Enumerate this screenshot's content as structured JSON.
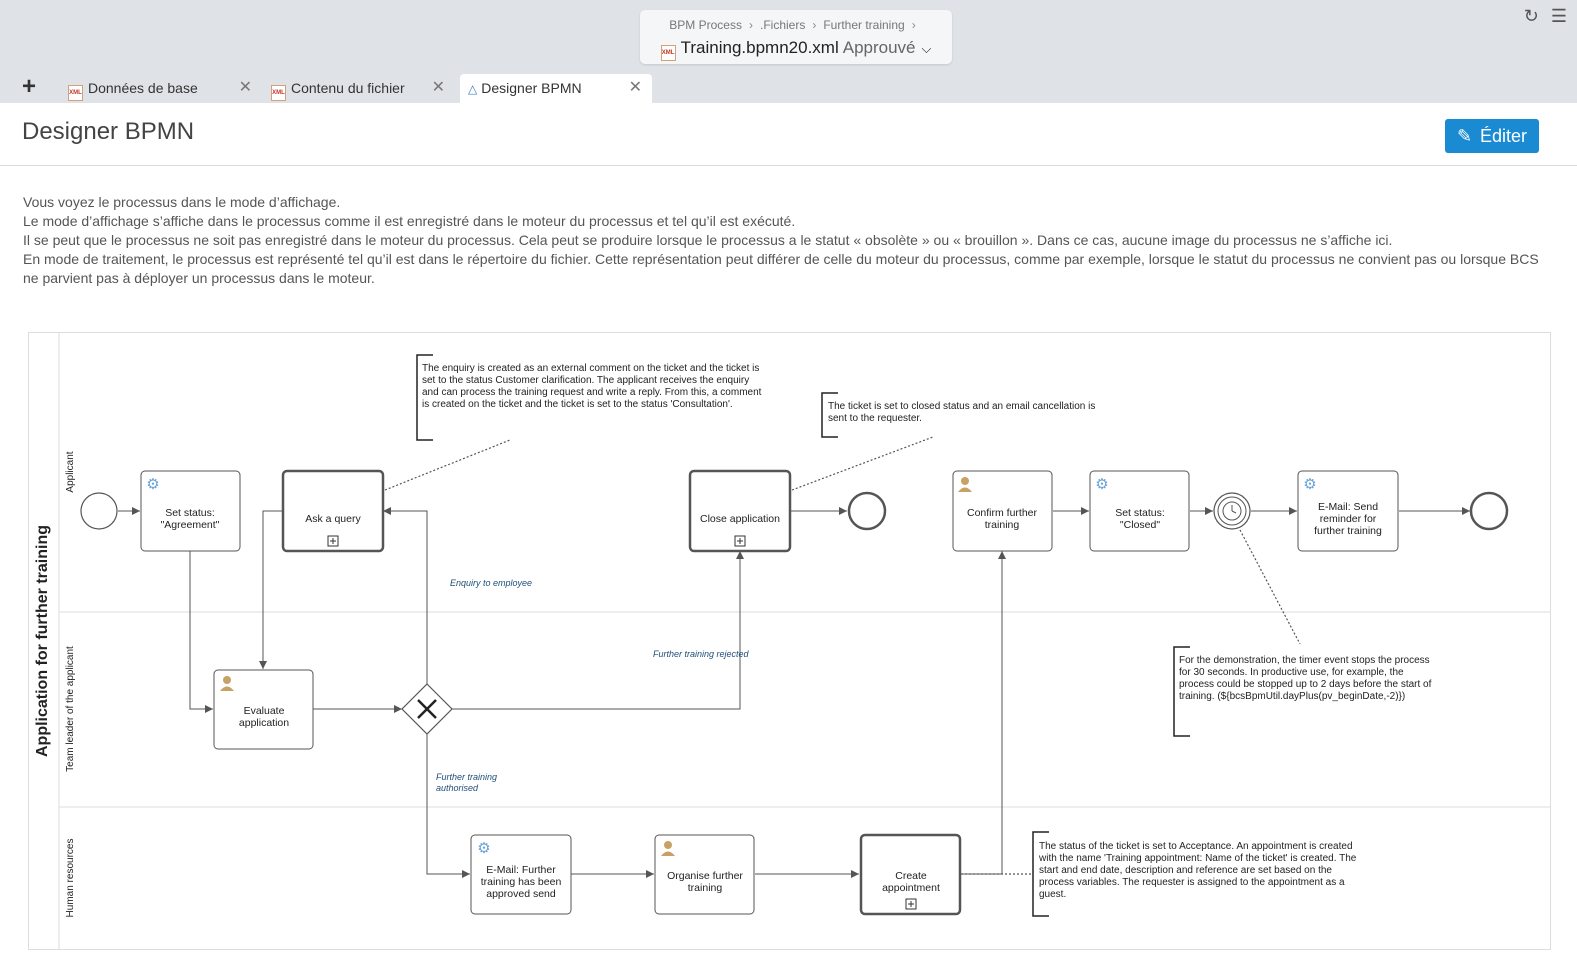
{
  "header": {
    "breadcrumb": [
      "BPM Process",
      ".Fichiers",
      "Further training"
    ],
    "filename": "Training.bpmn20.xml",
    "status": "Approuvé"
  },
  "tabs": [
    {
      "label": "Données de base"
    },
    {
      "label": "Contenu du fichier"
    },
    {
      "label": "Designer BPMN"
    }
  ],
  "page": {
    "title": "Designer BPMN",
    "edit_label": "Éditer",
    "description": [
      "Vous voyez le processus dans le mode d’affichage.",
      "Le mode d’affichage s’affiche dans le processus comme il est enregistré dans le moteur du processus et tel qu’il est exécuté.",
      "Il se peut que le processus ne soit pas enregistré dans le moteur du processus. Cela peut se produire lorsque le processus a le statut « obsolète » ou « brouillon ». Dans ce cas, aucune image du processus ne s’affiche ici.",
      "En mode de traitement, le processus est représenté tel qu’il est dans le répertoire du fichier. Cette représentation peut différer de celle du moteur du processus, comme par exemple, lorsque le statut du processus ne convient pas ou lorsque BCS ne parvient pas à déployer un processus dans le moteur."
    ]
  },
  "diagram": {
    "pool": "Application for  further training",
    "lanes": [
      "Applicant",
      "Team leader of the applicant",
      "Human resources"
    ],
    "tasks": {
      "set_agreement": [
        "Set status:",
        "\"Agreement\""
      ],
      "ask_query": [
        "Ask a query"
      ],
      "close_application": [
        "Close application"
      ],
      "confirm_training": [
        "Confirm further",
        "training"
      ],
      "set_closed": [
        "Set status:",
        "\"Closed\""
      ],
      "email_reminder": [
        "E-Mail: Send",
        "reminder for",
        "further training"
      ],
      "evaluate": [
        "Evaluate",
        "application"
      ],
      "email_approved": [
        "E-Mail: Further",
        "training has been",
        "approved send"
      ],
      "organise": [
        "Organise further",
        "training"
      ],
      "create_appointment": [
        "Create",
        "appointment"
      ]
    },
    "flow_labels": {
      "enquiry": "Enquiry to employee",
      "rejected": "Further training rejected",
      "authorised": [
        "Further training",
        "authorised"
      ]
    },
    "annotations": {
      "enquiry": [
        "The enquiry is created as an external comment on the ticket and the ticket is",
        "set to the status Customer clarification. The applicant receives the enquiry",
        "and can process the training request and write a reply. From this, a comment",
        "is created on the ticket and the ticket is set to the status 'Consultation'."
      ],
      "closed": [
        "The ticket is set to closed status and an email cancellation is",
        "sent to the requester."
      ],
      "timer": [
        "For the demonstration, the timer event stops the process",
        "for 30 seconds. In productive use, for example, the",
        "process could be stopped up to 2 days before the start of",
        "training. (${bcsBpmUtil.dayPlus(pv_beginDate,-2)})"
      ],
      "acceptance": [
        "The status of the ticket is set to Acceptance. An appointment is created",
        "with the name 'Training appointment: Name of the ticket' is created. The",
        "start and end date, description and reference are set based on the",
        "process variables. The requester is assigned to the appointment as a",
        "guest."
      ]
    }
  },
  "colors": {
    "accent": "#1a8ad3",
    "flow_label": "#1f4e79",
    "service_icon": "#6aa3d8",
    "user_icon": "#c8a165"
  }
}
